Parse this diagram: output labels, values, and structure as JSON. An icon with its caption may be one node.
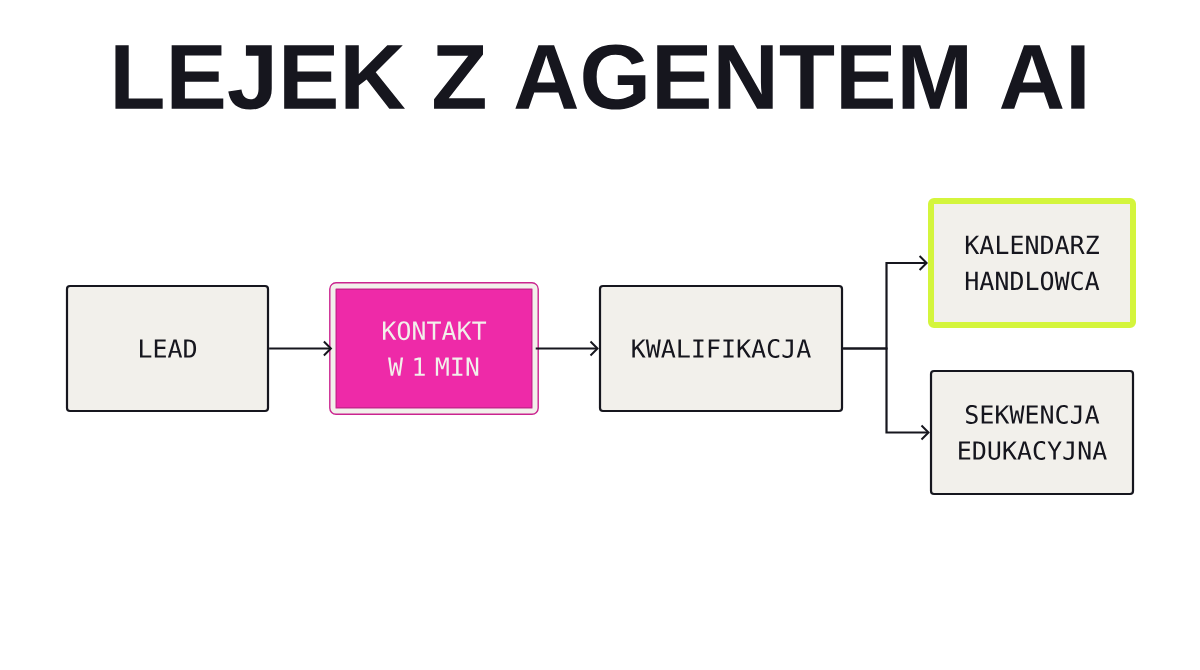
{
  "diagram": {
    "title": "LEJEK Z AGENTEM AI",
    "nodes": [
      {
        "text": [
          "LEAD"
        ]
      },
      {
        "text": [
          "KONTAKT W 1 MIN"
        ]
      },
      {
        "text": [
          "KWALIFIKACJA"
        ]
      },
      {
        "text": [
          "KALENDARZ HANDLOWCA"
        ]
      },
      {
        "text": [
          "SEKWENCJA EDUKACYJNA"
        ]
      }
    ],
    "edges": [
      {
        "from": 0,
        "to": 1,
        "arrow": "to"
      },
      {
        "from": 1,
        "to": 2,
        "arrow": "to"
      },
      {
        "from": 2,
        "to": 3,
        "arrow": "to"
      },
      {
        "from": 2,
        "to": 4,
        "arrow": "to"
      }
    ]
  }
}
